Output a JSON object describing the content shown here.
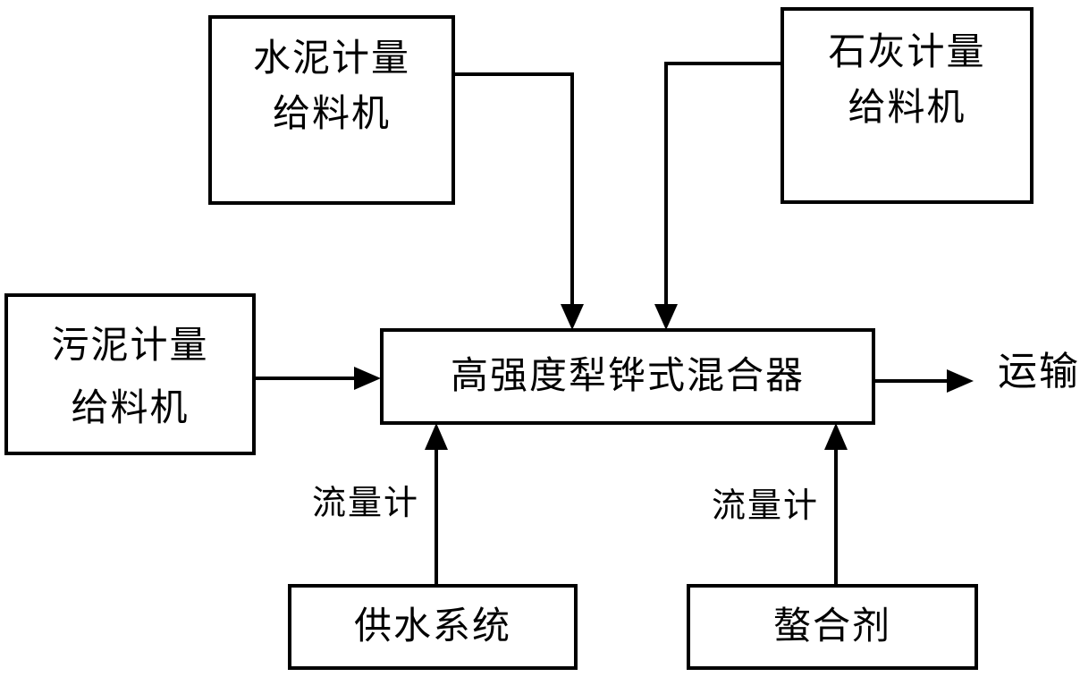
{
  "diagram": {
    "nodes": {
      "cement_feeder": {
        "line1": "水泥计量",
        "line2": "给料机"
      },
      "lime_feeder": {
        "line1": "石灰计量",
        "line2": "给料机"
      },
      "sludge_feeder": {
        "line1": "污泥计量",
        "line2": "给料机"
      },
      "mixer": {
        "label": "高强度犁铧式混合器"
      },
      "water_supply": {
        "label": "供水系统"
      },
      "chelating_agent": {
        "label": "螯合剂"
      }
    },
    "annotations": {
      "flow_meter_left": "流量计",
      "flow_meter_right": "流量计",
      "transport": "运输"
    },
    "edges": [
      {
        "from": "水泥计量给料机",
        "to": "高强度犁铧式混合器"
      },
      {
        "from": "石灰计量给料机",
        "to": "高强度犁铧式混合器"
      },
      {
        "from": "污泥计量给料机",
        "to": "高强度犁铧式混合器"
      },
      {
        "from": "供水系统",
        "to": "高强度犁铧式混合器",
        "label": "流量计"
      },
      {
        "from": "螯合剂",
        "to": "高强度犁铧式混合器",
        "label": "流量计"
      },
      {
        "from": "高强度犁铧式混合器",
        "to": "运输"
      }
    ],
    "colors": {
      "line": "#000000",
      "text": "#000000",
      "background": "#ffffff"
    }
  }
}
